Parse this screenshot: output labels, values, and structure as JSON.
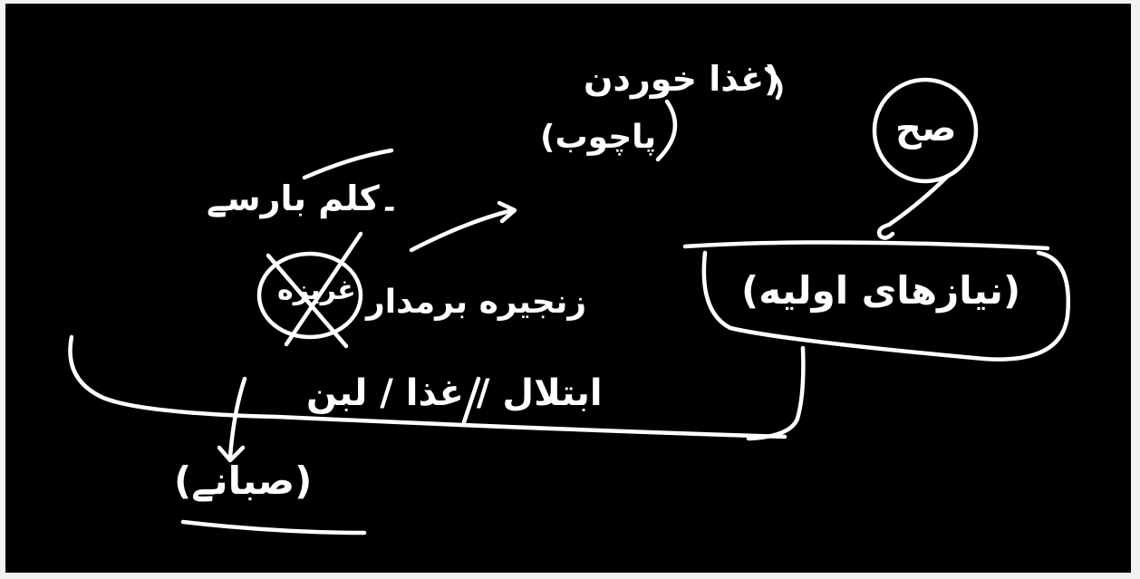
{
  "board": {
    "background": "#000000",
    "ink": "#ffffff"
  },
  "notes": {
    "top_right_paren": "(غذا خوردن",
    "top_right_line2": "پاچوب)",
    "speech_circle": "صح",
    "right_box": "(نیازهای اولیه)",
    "left_heading": "۔کلم بارسے",
    "crossed_circle": "غریزه",
    "middle_label": "زنجیره برمدار",
    "bottom_line": "ابتلال / غذا / لبن",
    "bottom_left": "(صبانے)"
  }
}
